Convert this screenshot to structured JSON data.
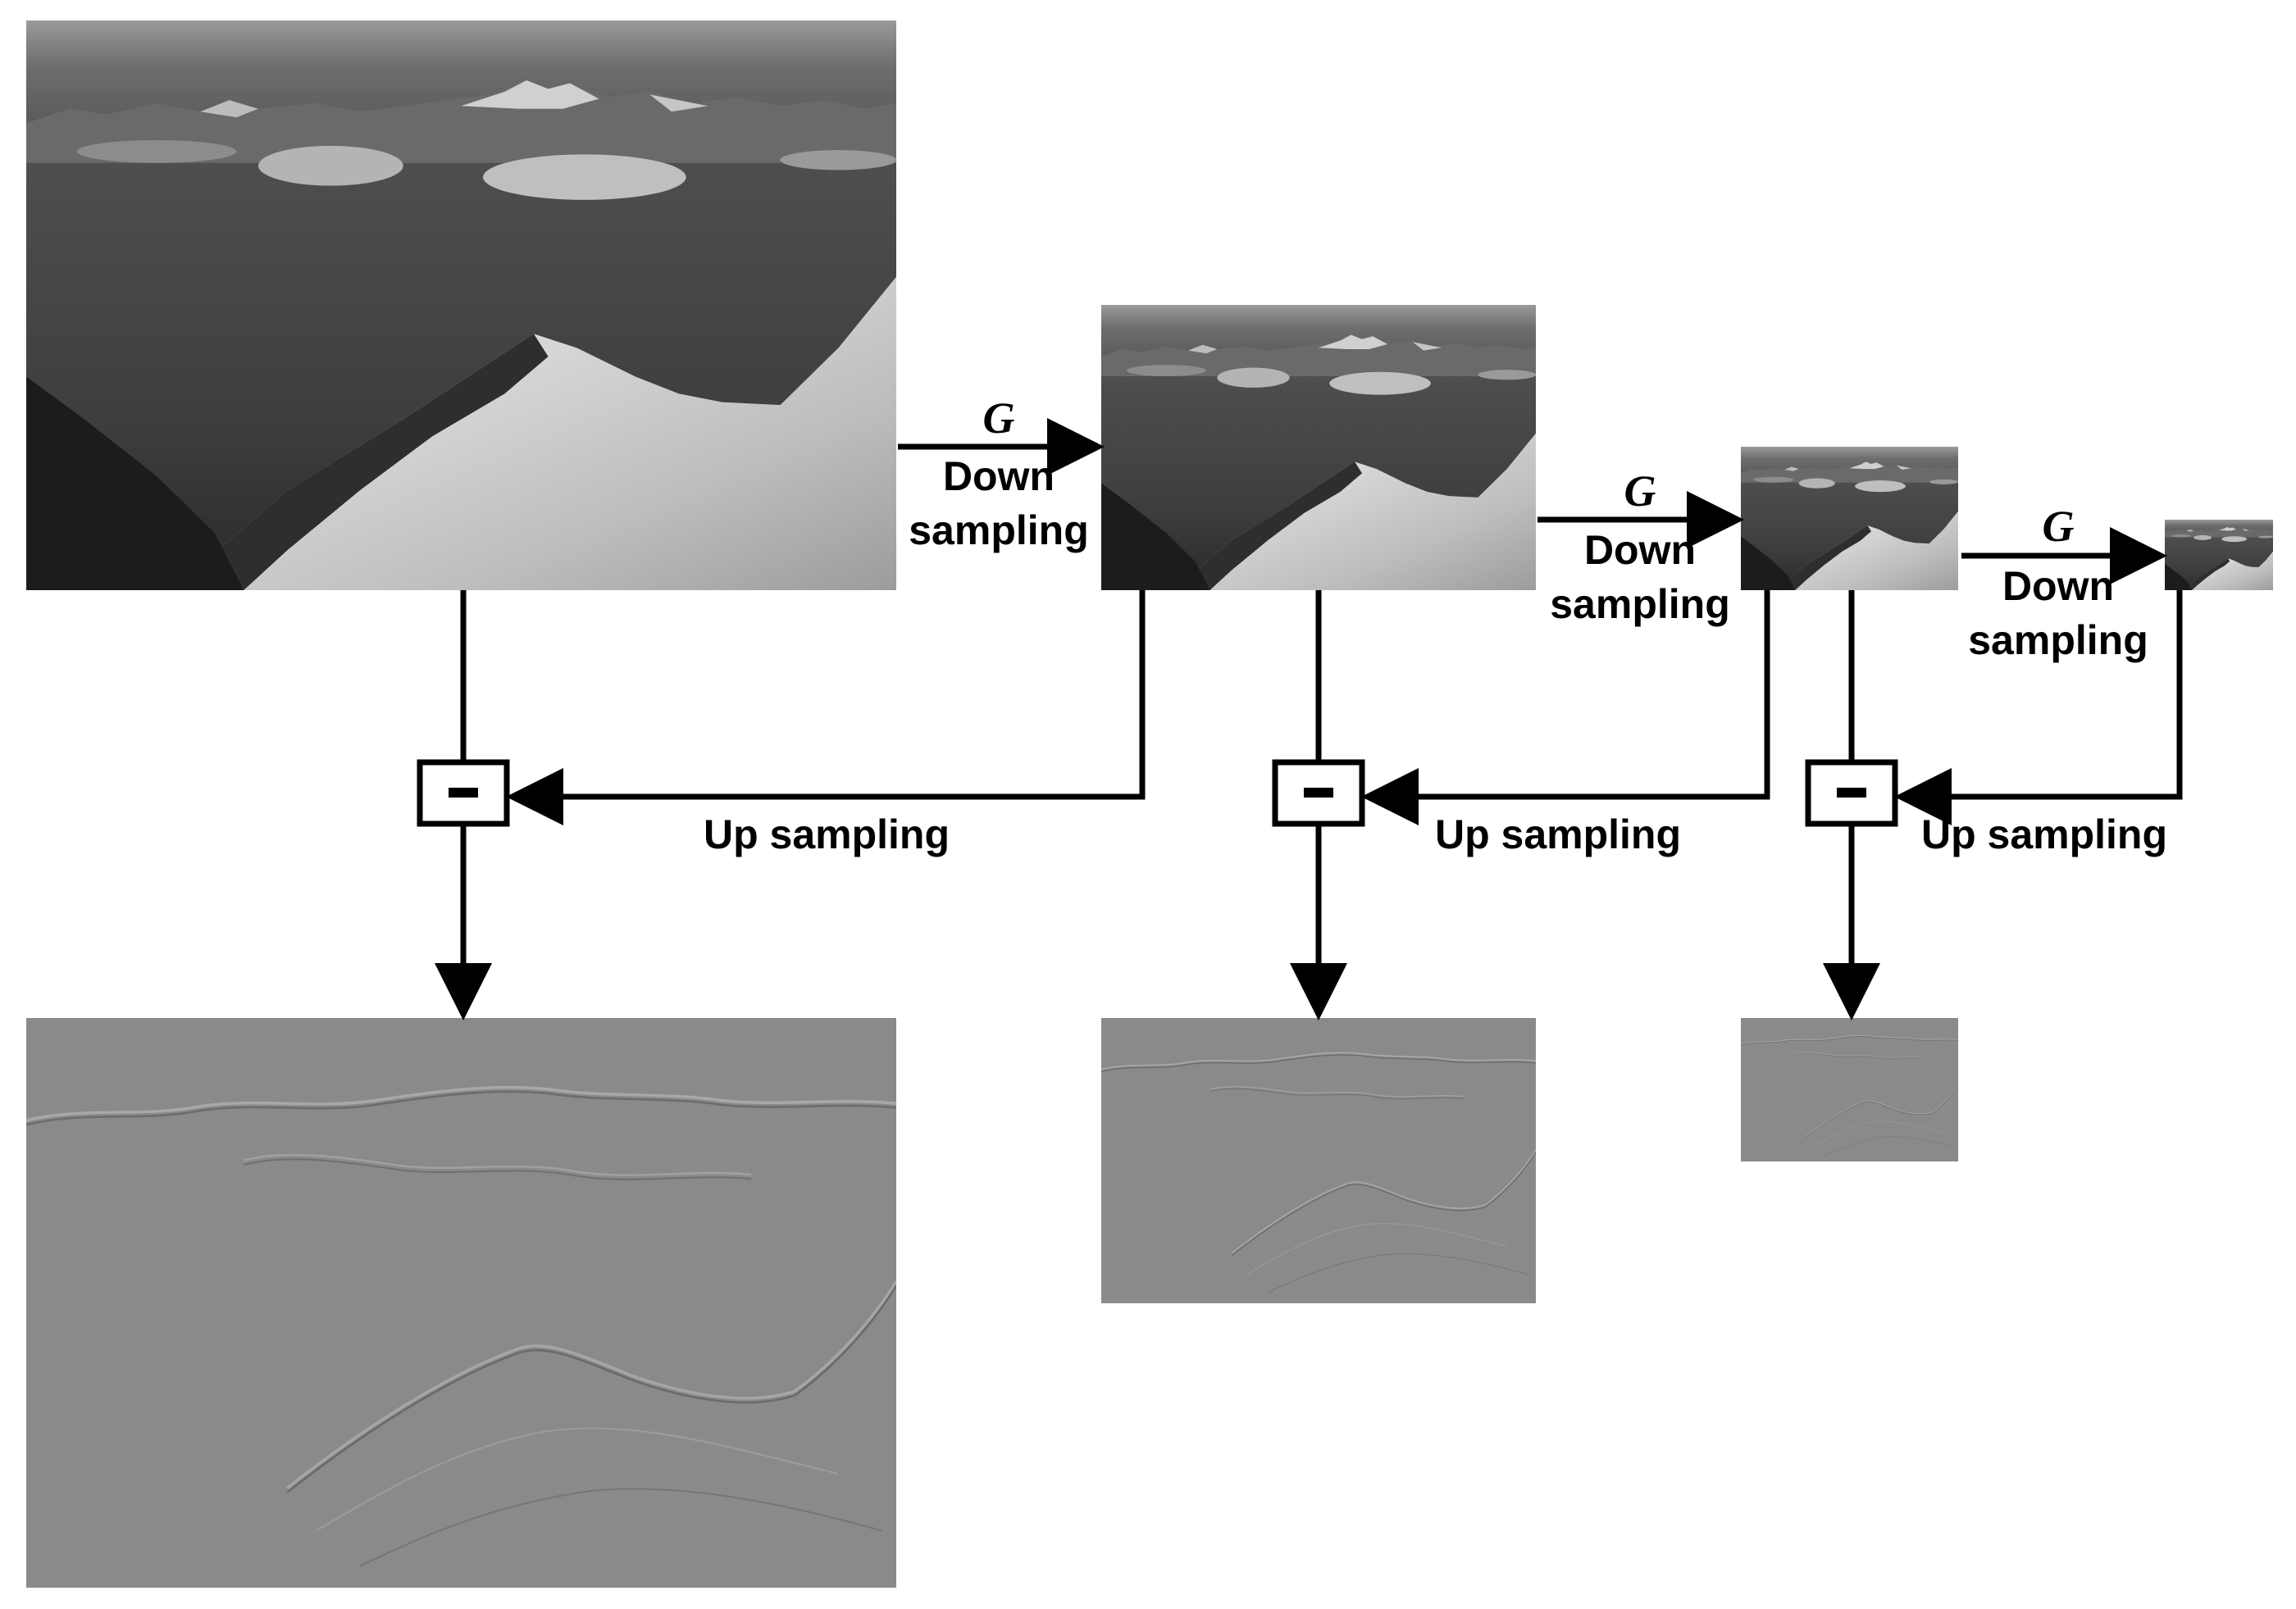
{
  "labels": {
    "g": "G",
    "down": "Down",
    "sampling": "sampling",
    "up_sampling": "Up sampling",
    "minus": "−"
  },
  "pyramid": {
    "gaussian_levels": 4,
    "laplacian_levels": 3,
    "image_content": "grayscale mountain landscape"
  },
  "colors": {
    "stroke": "#000000",
    "laplacian_gray": "#8a8a8a"
  }
}
